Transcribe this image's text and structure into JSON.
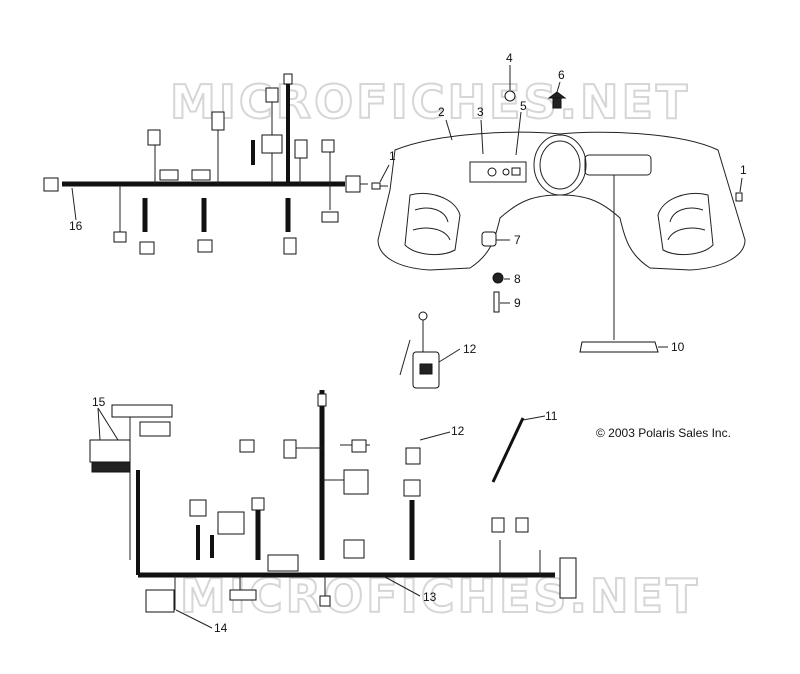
{
  "watermark": {
    "top": "MICROFICHES.NET",
    "bottom": "MICROFICHES.NET"
  },
  "copyright": "© 2003 Polaris Sales Inc.",
  "callouts": [
    "1",
    "1",
    "2",
    "3",
    "4",
    "5",
    "6",
    "7",
    "8",
    "9",
    "10",
    "11",
    "12",
    "12",
    "13",
    "14",
    "15",
    "16"
  ]
}
